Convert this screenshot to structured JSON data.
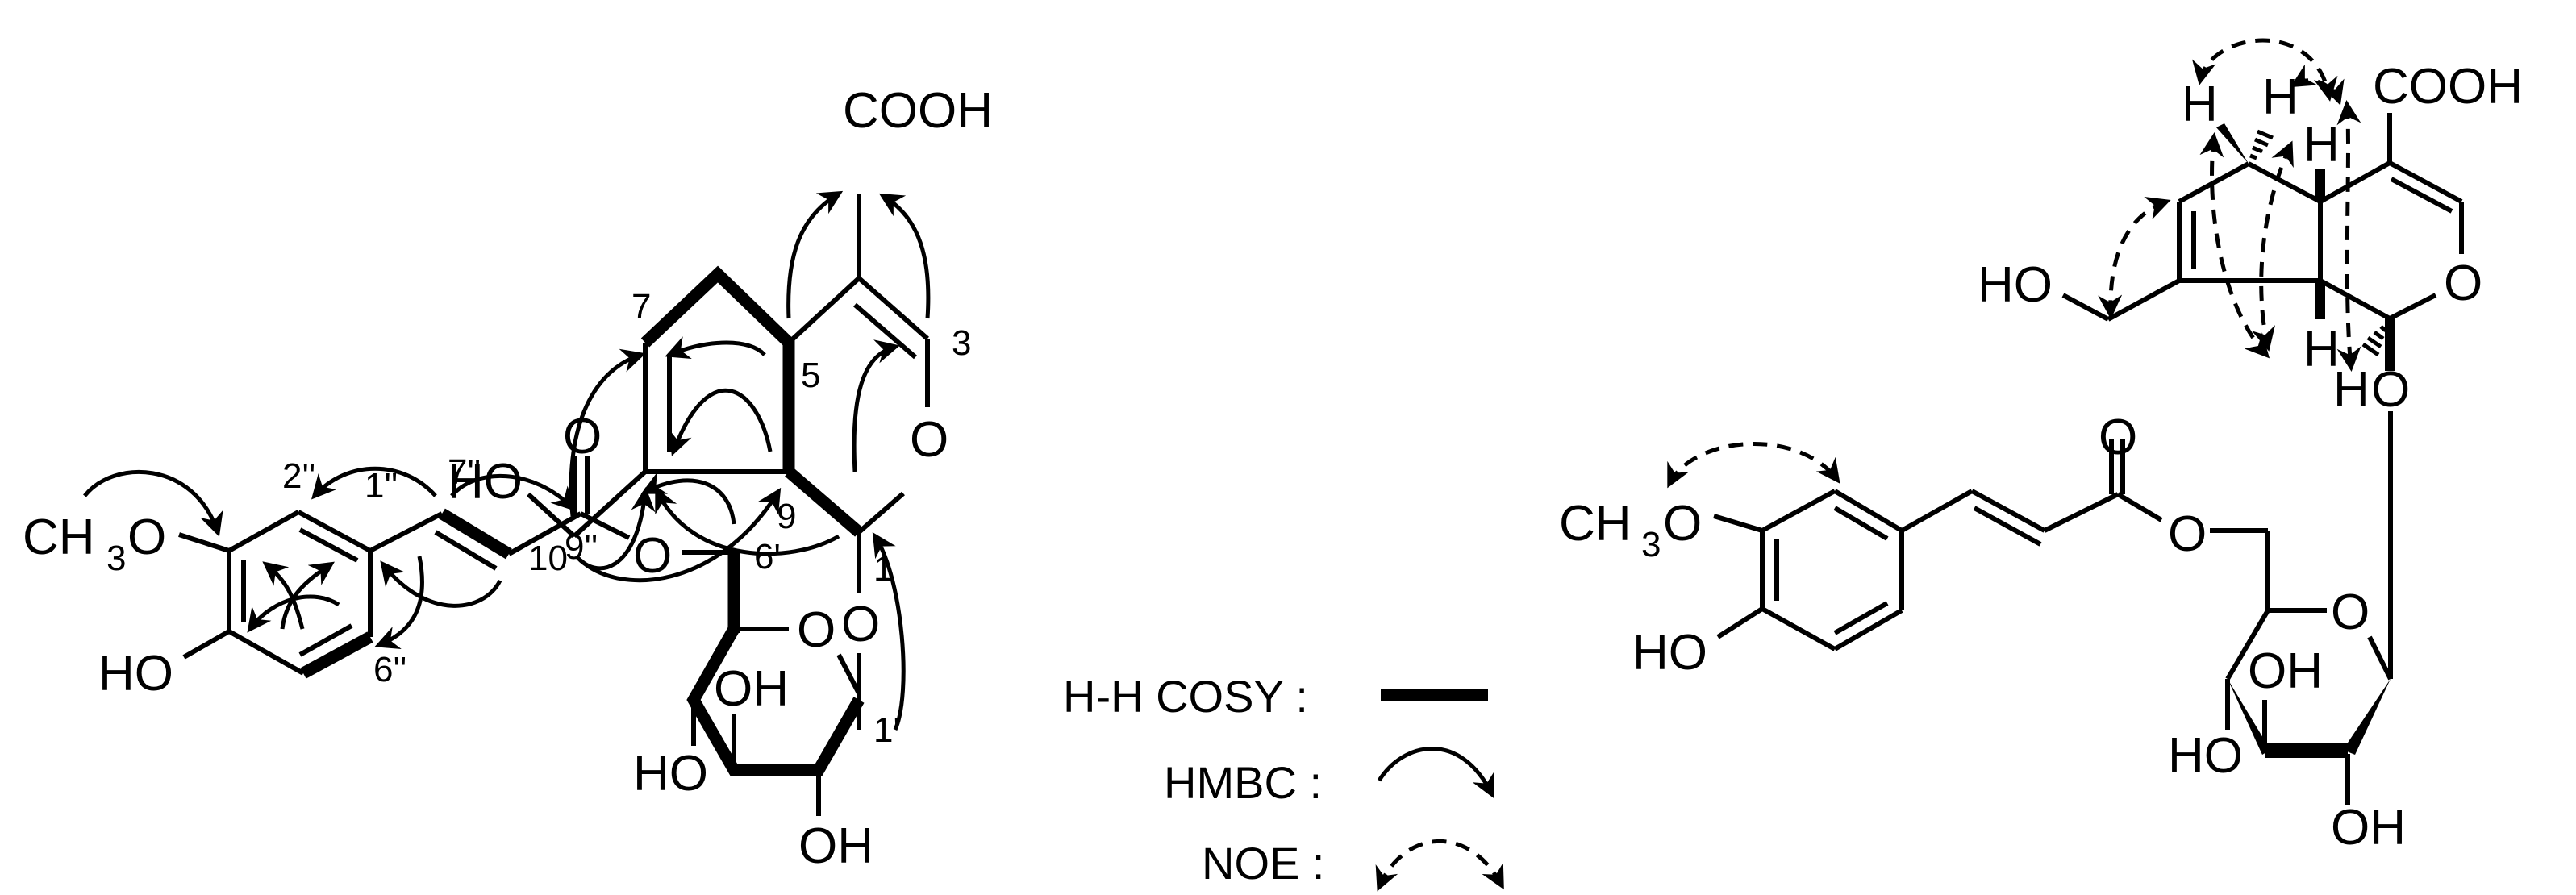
{
  "figure": {
    "type": "chemical-structure-nmr-correlations",
    "colors": {
      "ink": "#000000",
      "background": "#ffffff"
    }
  },
  "left_structure": {
    "groups": {
      "cooh": "COOH",
      "ho_c10": "HO",
      "o_ring": "O",
      "o_glyco": "O",
      "o_carbonyl": "O",
      "o_ester": "O",
      "o_sugar_ring": "O",
      "oh_c2": "OH",
      "ho_c3": "HO",
      "oh_c4": "OH",
      "ch3o_ch": "CH",
      "ch3o_sub": "3",
      "ch3o_o": "O",
      "ho_phenol": "HO"
    },
    "atom_numbers": {
      "c1": "1",
      "c3": "3",
      "c5": "5",
      "c7": "7",
      "c9": "9",
      "c10": "10",
      "c1p": "1'",
      "c6p": "6'",
      "c1pp": "1''",
      "c2pp": "2''",
      "c6pp": "6''",
      "c7pp": "7''",
      "c9pp": "9''"
    }
  },
  "legend": {
    "items": [
      {
        "label": "H-H COSY :",
        "symbol": "thick-bond"
      },
      {
        "label": "HMBC :",
        "symbol": "solid-curved-arrow"
      },
      {
        "label": "NOE :",
        "symbol": "dashed-double-arrow"
      }
    ]
  },
  "right_structure": {
    "groups": {
      "cooh": "COOH",
      "ho_c10": "HO",
      "o_ring": "O",
      "h_6a": "H",
      "h_6b": "H",
      "h_5": "H",
      "h_9": "H",
      "ho_glyco_h": "H",
      "ho_glyco_o": "O",
      "o_carbonyl": "O",
      "o_ester": "O",
      "o_sugar_ring": "O",
      "oh_c2": "OH",
      "ho_c3": "HO",
      "oh_c4": "OH",
      "ch3o_ch": "CH",
      "ch3o_sub": "3",
      "ch3o_o": "O",
      "ho_phenol": "HO"
    }
  }
}
